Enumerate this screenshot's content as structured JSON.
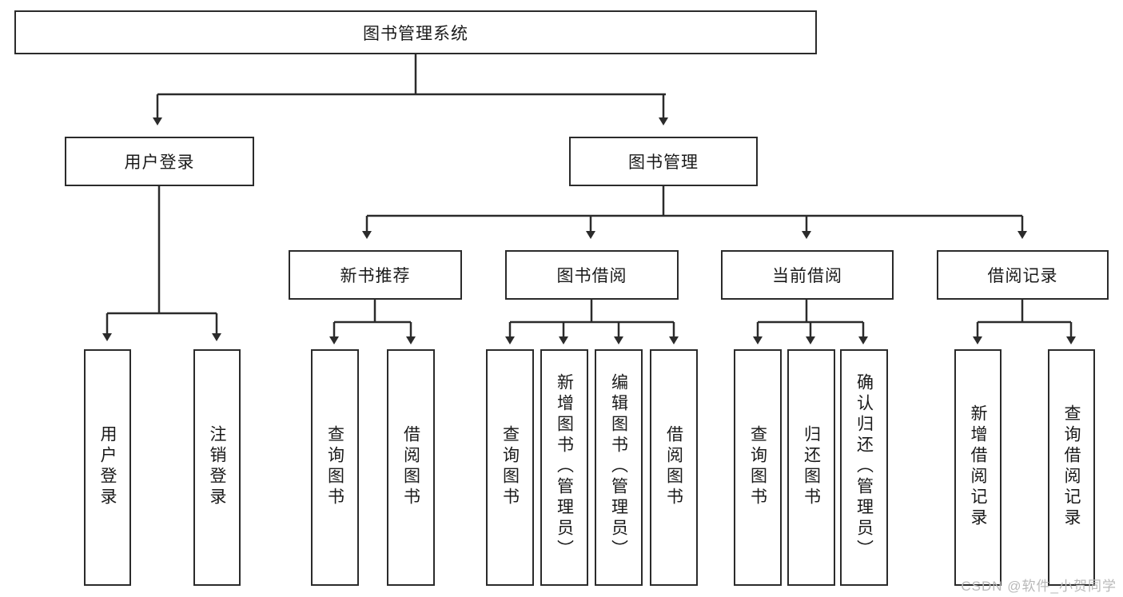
{
  "diagram": {
    "title_node": {
      "label": "图书管理系统"
    },
    "level1": [
      {
        "label": "用户登录"
      },
      {
        "label": "图书管理"
      }
    ],
    "level2": [
      {
        "label": "新书推荐"
      },
      {
        "label": "图书借阅"
      },
      {
        "label": "当前借阅"
      },
      {
        "label": "借阅记录"
      }
    ],
    "leaves": {
      "user_login": [
        {
          "label": "用户登录"
        },
        {
          "label": "注销登录"
        }
      ],
      "new_book_recommend": [
        {
          "label": "查询图书"
        },
        {
          "label": "借阅图书"
        }
      ],
      "book_borrow": [
        {
          "label": "查询图书"
        },
        {
          "label": "新增图书（管理员）"
        },
        {
          "label": "编辑图书（管理员）"
        },
        {
          "label": "借阅图书"
        }
      ],
      "current_borrow": [
        {
          "label": "查询图书"
        },
        {
          "label": "归还图书"
        },
        {
          "label": "确认归还（管理员）"
        }
      ],
      "borrow_record": [
        {
          "label": "新增借阅记录"
        },
        {
          "label": "查询借阅记录"
        }
      ]
    }
  },
  "watermark": {
    "text": "CSDN @软件_小贺同学"
  },
  "colors": {
    "stroke": "#2b2b2b",
    "background": "#ffffff",
    "text": "#1a1a1a",
    "watermark": "#b9b9b9"
  }
}
